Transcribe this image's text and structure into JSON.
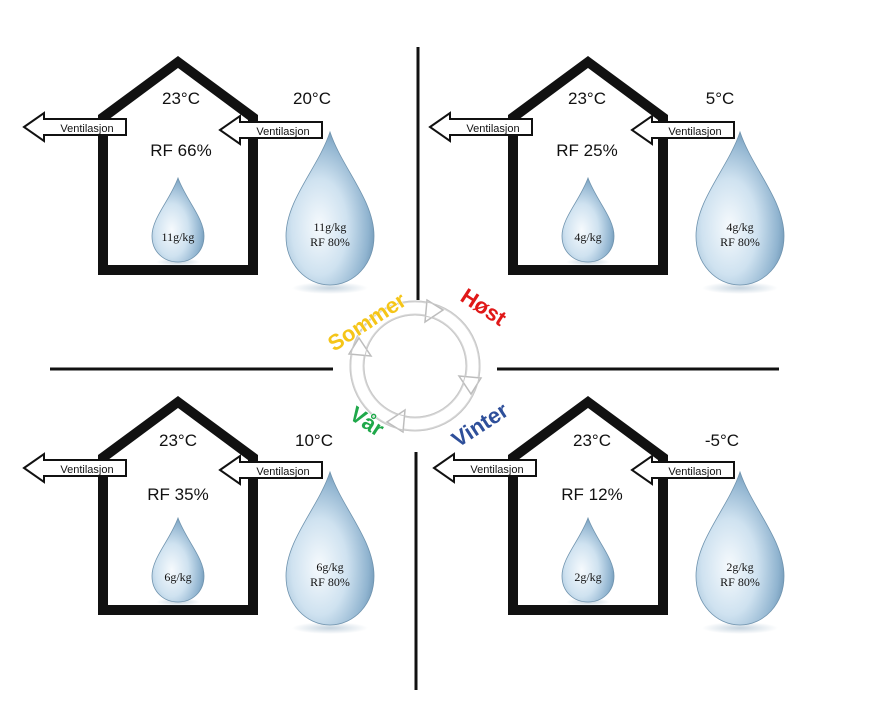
{
  "seasons": {
    "summer": {
      "label": "Sommer",
      "color": "#f5c518"
    },
    "autumn": {
      "label": "Høst",
      "color": "#e01818"
    },
    "winter": {
      "label": "Vinter",
      "color": "#2e4f9a"
    },
    "spring": {
      "label": "Vår",
      "color": "#1fa84a"
    }
  },
  "scenarios": [
    {
      "indoor_temp": "23°C",
      "outdoor_temp": "20°C",
      "indoor_rh": "RF 66%",
      "indoor_moisture": "11g/kg",
      "outdoor_moisture": "11g/kg",
      "outdoor_rh": "RF 80%",
      "vent_out": "Ventilasjon",
      "vent_in": "Ventilasjon"
    },
    {
      "indoor_temp": "23°C",
      "outdoor_temp": "5°C",
      "indoor_rh": "RF 25%",
      "indoor_moisture": "4g/kg",
      "outdoor_moisture": "4g/kg",
      "outdoor_rh": "RF 80%",
      "vent_out": "Ventilasjon",
      "vent_in": "Ventilasjon"
    },
    {
      "indoor_temp": "23°C",
      "outdoor_temp": "10°C",
      "indoor_rh": "RF 35%",
      "indoor_moisture": "6g/kg",
      "outdoor_moisture": "6g/kg",
      "outdoor_rh": "RF 80%",
      "vent_out": "Ventilasjon",
      "vent_in": "Ventilasjon"
    },
    {
      "indoor_temp": "23°C",
      "outdoor_temp": "-5°C",
      "indoor_rh": "RF 12%",
      "indoor_moisture": "2g/kg",
      "outdoor_moisture": "2g/kg",
      "outdoor_rh": "RF 80%",
      "vent_out": "Ventilasjon",
      "vent_in": "Ventilasjon"
    }
  ],
  "icons": {
    "cycle": "cycle-arrows-icon",
    "drop": "water-drop-icon",
    "house": "house-outline-icon",
    "arrow": "left-arrow-icon"
  }
}
